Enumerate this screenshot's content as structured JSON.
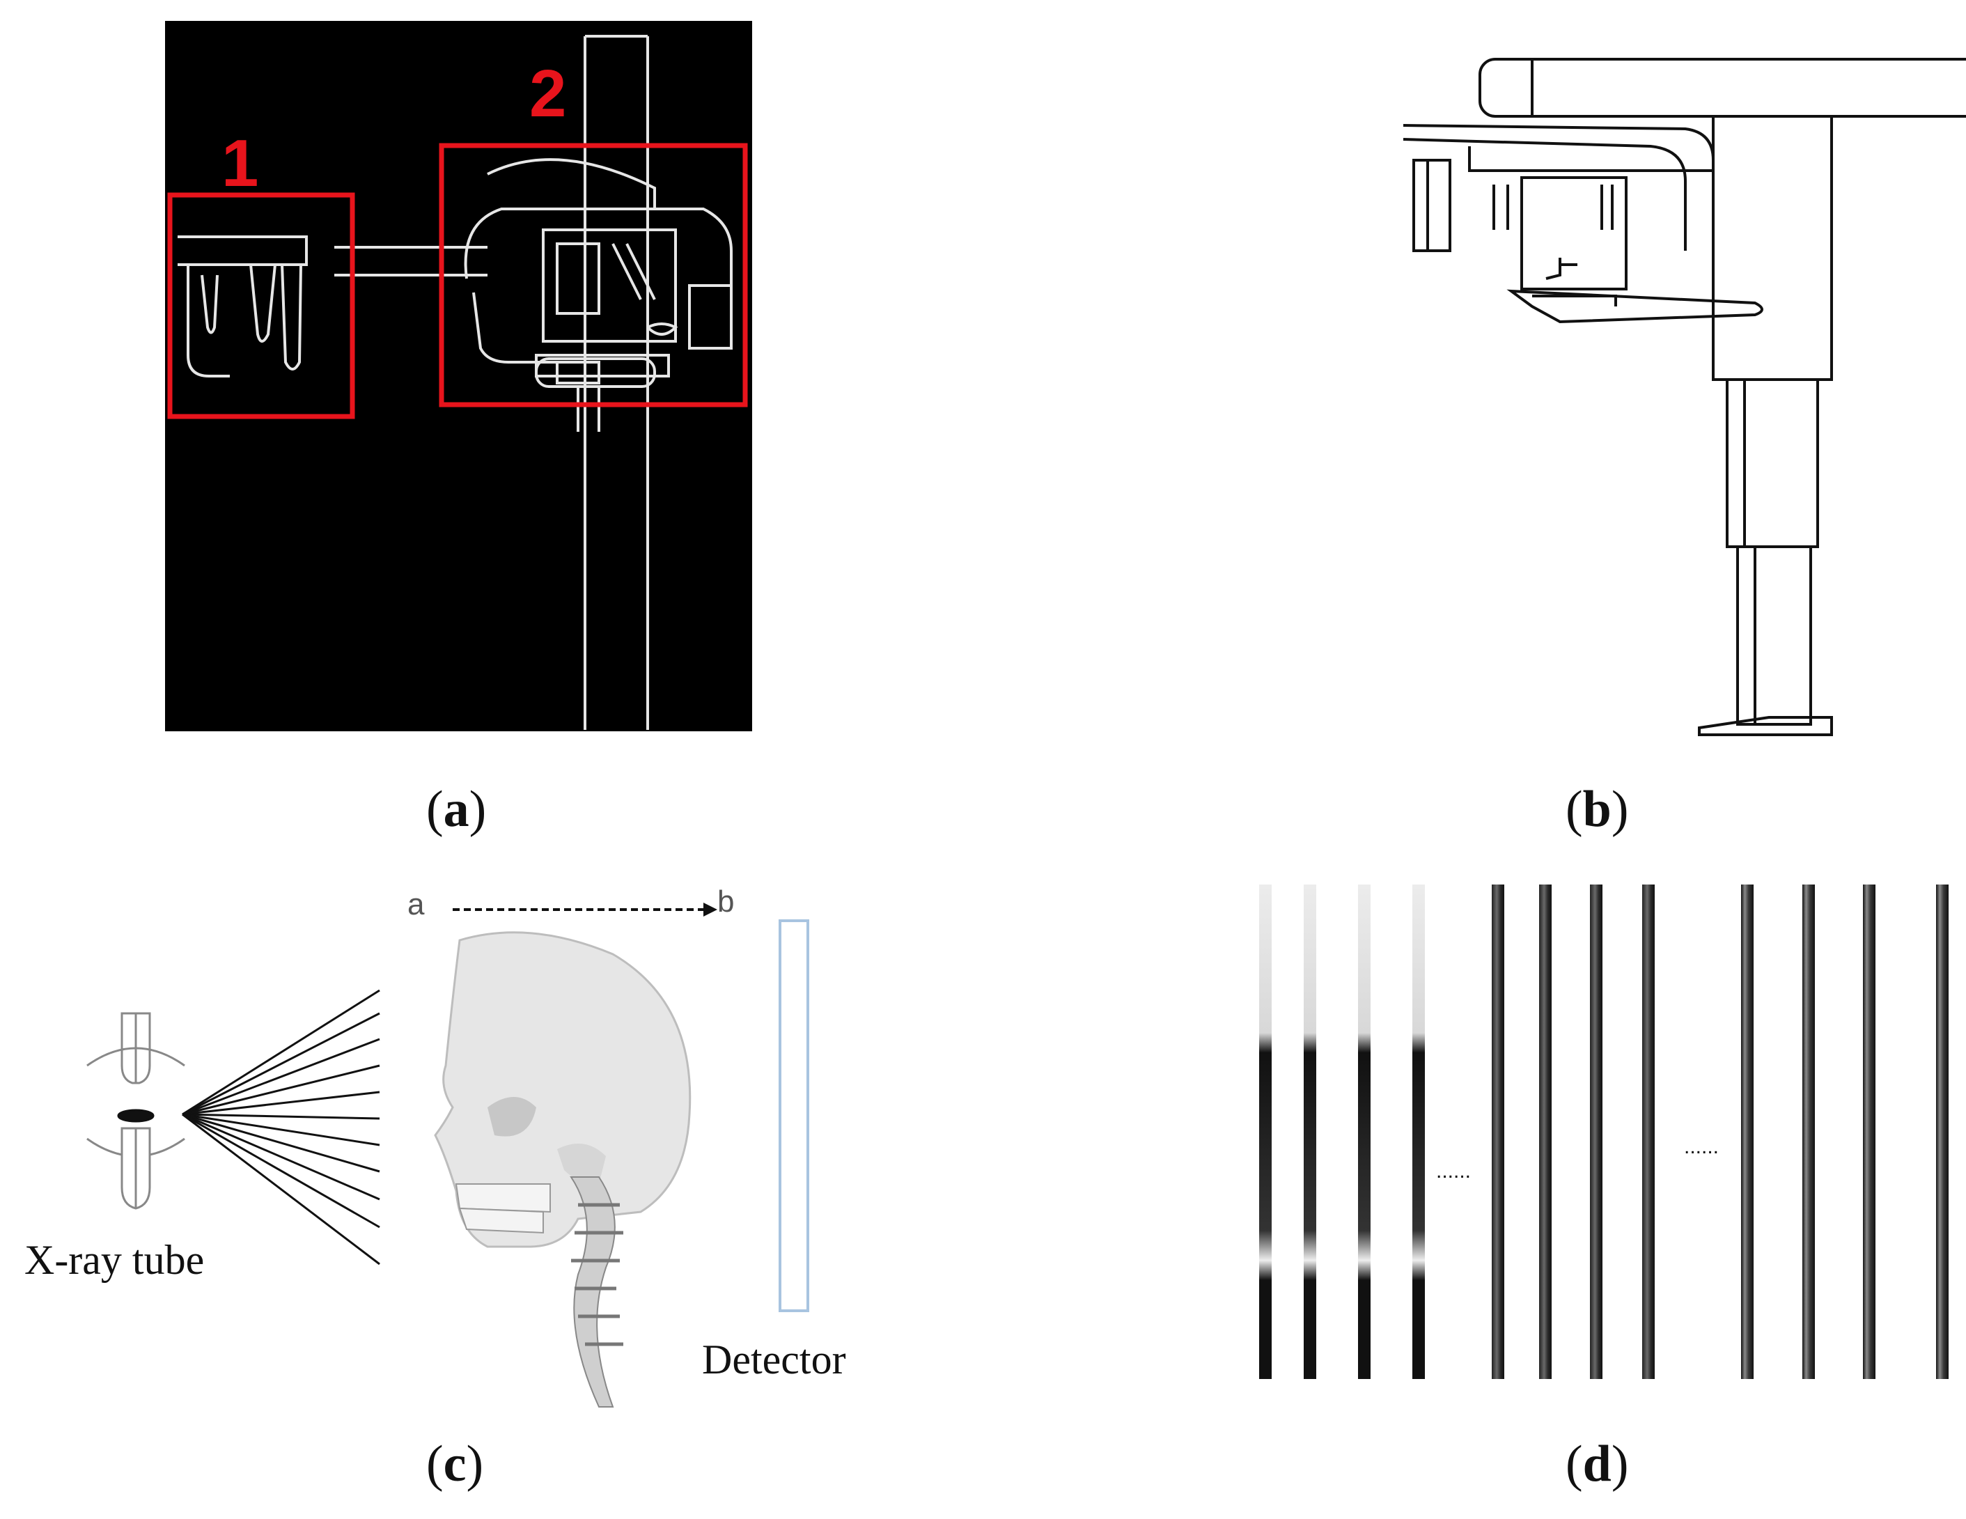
{
  "panel_a": {
    "caption": "a",
    "region_labels": [
      "1",
      "2"
    ],
    "colors": {
      "background": "#000000",
      "outline": "#e6e6e6",
      "box": "#e8141c"
    }
  },
  "panel_b": {
    "caption": "b"
  },
  "panel_c": {
    "caption": "c",
    "xray_tube_label": "X-ray tube",
    "detector_label": "Detector",
    "scan_start": "a",
    "scan_end": "b",
    "colors": {
      "detector": "#a8c4e0"
    }
  },
  "panel_d": {
    "caption": "d",
    "ellipsis": "......"
  }
}
